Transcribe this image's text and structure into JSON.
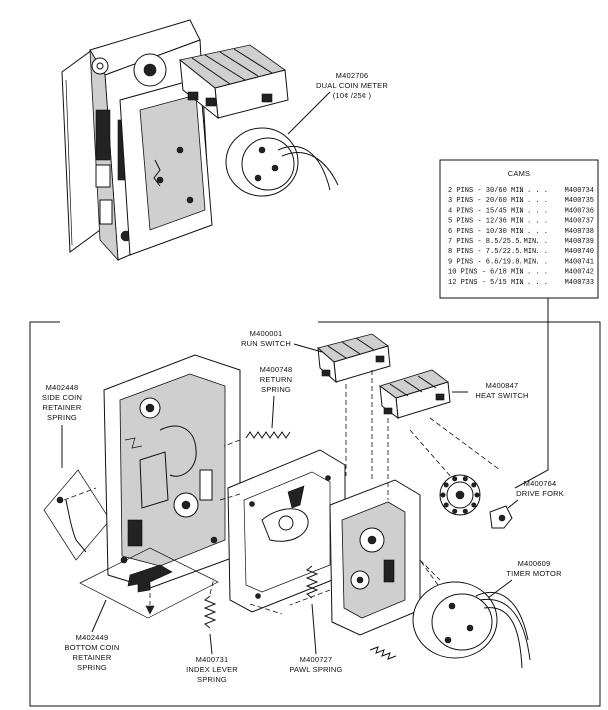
{
  "labels": {
    "dual_coin_meter": {
      "part": "M402706",
      "name": "DUAL COIN METER",
      "sub": "(10¢ /25¢ )"
    },
    "run_switch": {
      "part": "M400001",
      "name": "RUN SWITCH"
    },
    "return_spring": {
      "part": "M400748",
      "line1": "RETURN",
      "line2": "SPRING"
    },
    "heat_switch": {
      "part": "M400847",
      "name": "HEAT SWITCH"
    },
    "side_coin_spring": {
      "part": "M402448",
      "line1": "SIDE COIN",
      "line2": "RETAINER",
      "line3": "SPRING"
    },
    "drive_fork": {
      "part": "M400764",
      "name": "DRIVE FORK"
    },
    "timer_motor": {
      "part": "M400609",
      "name": "TIMER MOTOR"
    },
    "bottom_coin_spring": {
      "part": "M402449",
      "line1": "BOTTOM COIN",
      "line2": "RETAINER",
      "line3": "SPRING"
    },
    "index_lever_spring": {
      "part": "M400731",
      "line1": "INDEX LEVER",
      "line2": "SPRING"
    },
    "pawl_spring": {
      "part": "M400727",
      "line1": "PAWL SPRING"
    }
  },
  "cams": {
    "title": "CAMS",
    "rows": [
      {
        "desc": "2 PINS - 30/60 MIN",
        "part": "M400734"
      },
      {
        "desc": "3 PINS - 20/60 MIN",
        "part": "M400735"
      },
      {
        "desc": "4 PINS - 15/45 MIN",
        "part": "M400736"
      },
      {
        "desc": "5 PINS - 12/36 MIN",
        "part": "M400737"
      },
      {
        "desc": "6 PINS - 10/30 MIN",
        "part": "M400738"
      },
      {
        "desc": "7 PINS - 8.5/25.5 MIN",
        "part": "M400739"
      },
      {
        "desc": "8 PINS - 7.5/22.5 MIN",
        "part": "M400740"
      },
      {
        "desc": "9 PINS - 6.6/19.8 MIN",
        "part": "M400741"
      },
      {
        "desc": "10 PINS - 6/18 MIN",
        "part": "M400742"
      },
      {
        "desc": "12 PINS - 5/15 MIN",
        "part": "M400733"
      }
    ]
  }
}
